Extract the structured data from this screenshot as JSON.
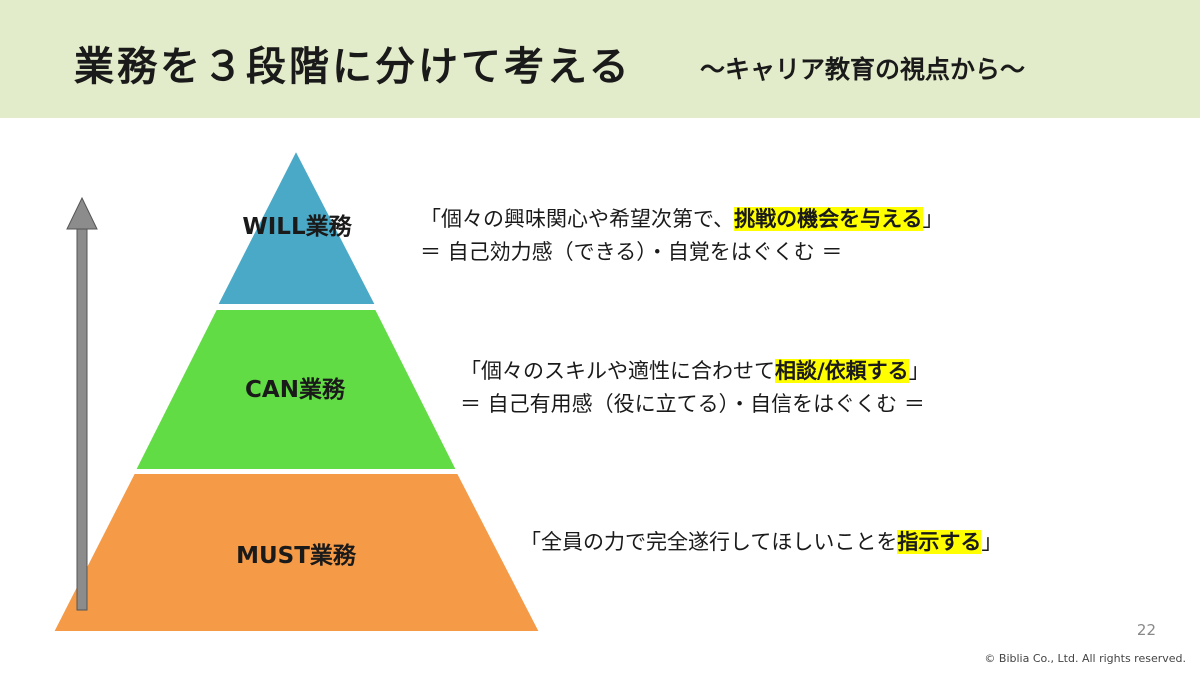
{
  "header": {
    "title": "業務を３段階に分けて考える",
    "subtitle": "〜キャリア教育の視点から〜"
  },
  "pyramid": {
    "tiers": [
      {
        "label": "WILL業務",
        "color": "#4ba9c8"
      },
      {
        "label": "CAN業務",
        "color": "#62dc44"
      },
      {
        "label": "MUST業務",
        "color": "#f59a47"
      }
    ],
    "arrow_color": "#8c8c8c"
  },
  "descriptions": {
    "will": {
      "open": "「個々の興味関心や希望次第で、",
      "highlight": "挑戦の機会を与える",
      "close": "」",
      "line2": "＝ 自己効力感（できる）・自覚をはぐくむ ＝"
    },
    "can": {
      "open": "「個々のスキルや適性に合わせて",
      "highlight": "相談/依頼する",
      "close": "」",
      "line2": "＝ 自己有用感（役に立てる）・自信をはぐくむ ＝"
    },
    "must": {
      "open": "「全員の力で完全遂行してほしいことを",
      "highlight": "指示する",
      "close": "」"
    }
  },
  "highlight_color": "#ffff00",
  "footer": {
    "page_number": "22",
    "copyright": "© Biblia Co., Ltd.  All rights reserved."
  }
}
